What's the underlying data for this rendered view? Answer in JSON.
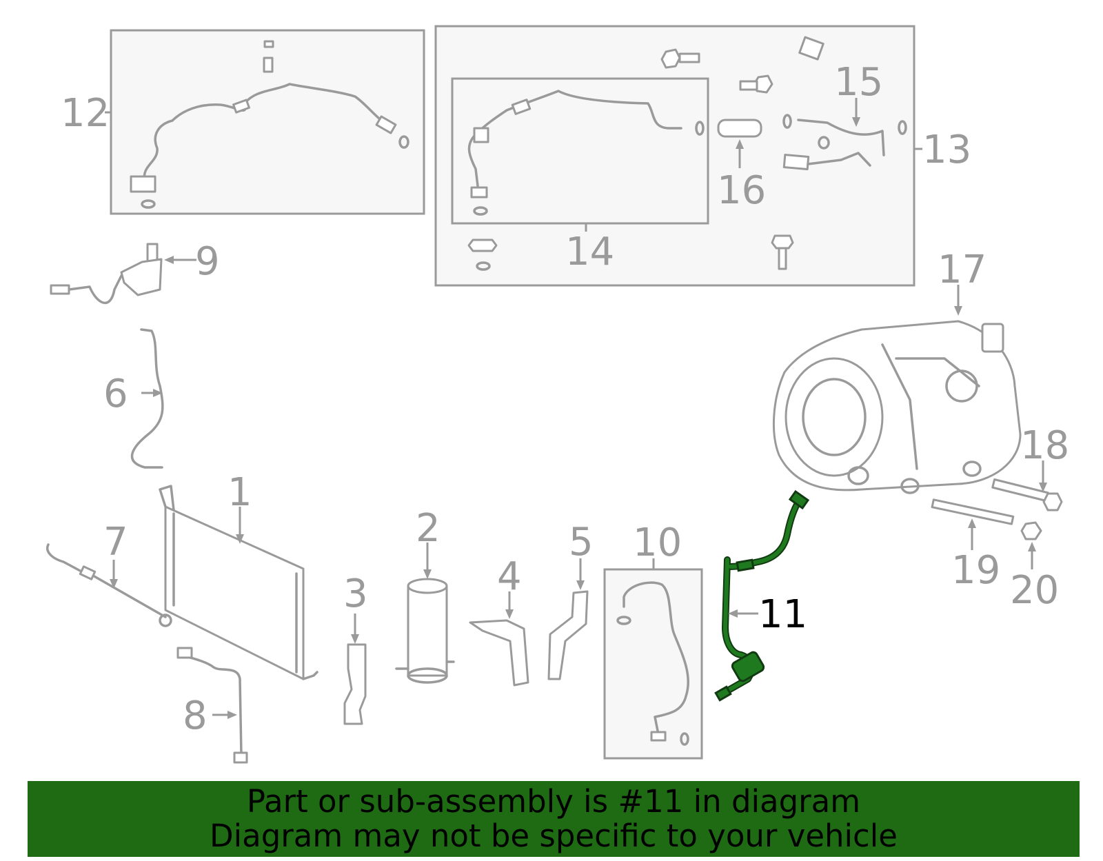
{
  "diagram": {
    "callouts": {
      "c1": "1",
      "c2": "2",
      "c3": "3",
      "c4": "4",
      "c5": "5",
      "c6": "6",
      "c7": "7",
      "c8": "8",
      "c9": "9",
      "c10": "10",
      "c11": "11",
      "c12": "12",
      "c13": "13",
      "c14": "14",
      "c15": "15",
      "c16": "16",
      "c17": "17",
      "c18": "18",
      "c19": "19",
      "c20": "20"
    },
    "highlighted_part": "11",
    "colors": {
      "highlight": "#1f7a1f",
      "outline": "#9a9a9a",
      "banner": "#1e6b14"
    }
  },
  "banner": {
    "line1": "Part or sub-assembly is #11 in diagram",
    "line2": "Diagram may not be specific to your vehicle"
  }
}
